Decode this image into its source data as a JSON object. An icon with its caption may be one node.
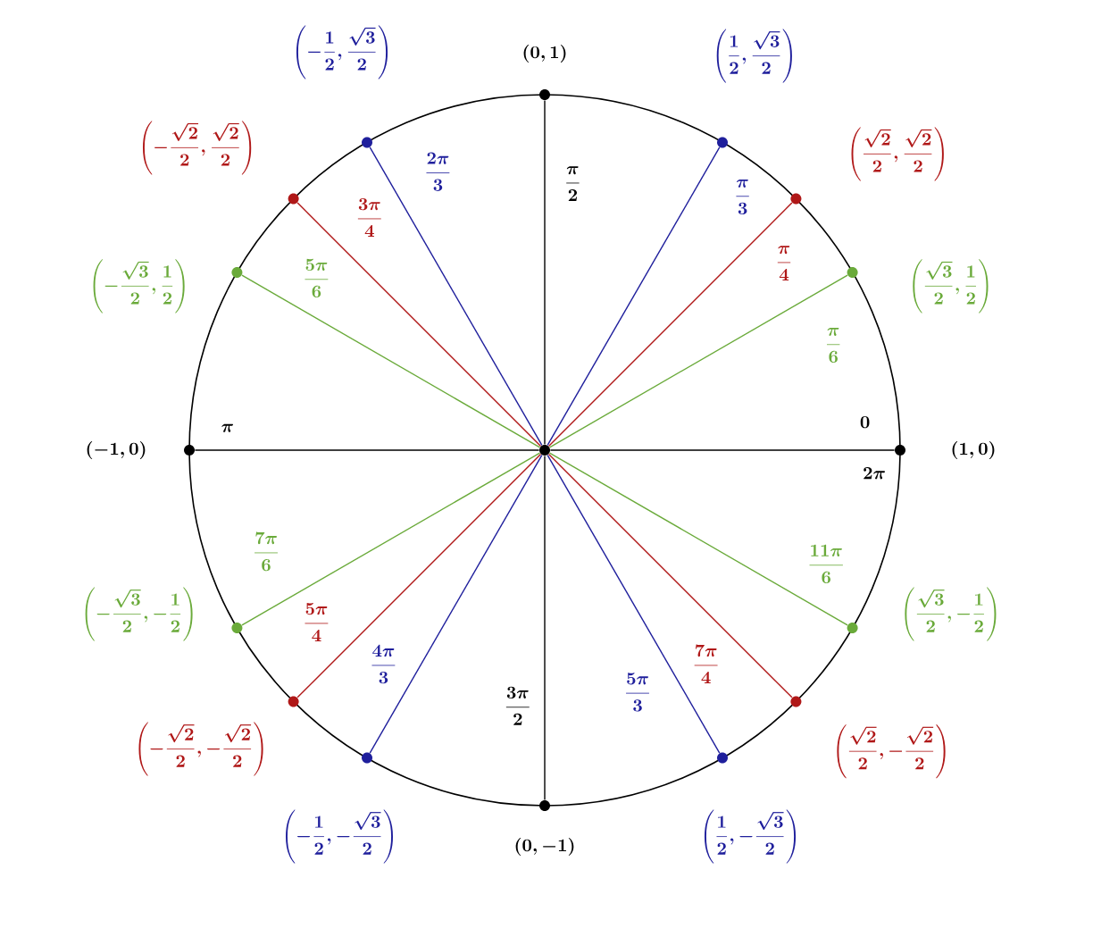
{
  "diagram": {
    "nodes": [
      {
        "text": [],
        "shape": "circle"
      },
      {
        "text": [],
        "shape": "circle",
        "beside": [
          "(1, 0)"
        ]
      },
      {
        "text": [],
        "shape": "circle",
        "beside": [
          "\\left(\\frac{\\sqrt{3}}{2}, \\frac{1}{2}\\right)"
        ]
      },
      {
        "text": [],
        "shape": "circle",
        "beside": [
          "\\left(\\frac{\\sqrt{2}}{2}, \\frac{\\sqrt{2}}{2}\\right)"
        ]
      },
      {
        "text": [],
        "shape": "circle",
        "beside": [
          "\\left(\\frac{1}{2}, \\frac{\\sqrt{3}}{2}\\right)"
        ]
      },
      {
        "text": [],
        "shape": "circle",
        "beside": [
          "(0, 1)"
        ]
      },
      {
        "text": [],
        "shape": "circle",
        "beside": [
          "\\left(-\\frac{1}{2}, \\frac{\\sqrt{3}}{2}\\right)"
        ]
      },
      {
        "text": [],
        "shape": "circle",
        "beside": [
          "\\left(-\\frac{\\sqrt{2}}{2}, \\frac{\\sqrt{2}}{2}\\right)"
        ]
      },
      {
        "text": [],
        "shape": "circle",
        "beside": [
          "\\left(-\\frac{\\sqrt{3}}{2}, \\frac{1}{2}\\right)"
        ]
      },
      {
        "text": [],
        "shape": "circle",
        "beside": [
          "(-1, 0)"
        ]
      },
      {
        "text": [],
        "shape": "circle",
        "beside": [
          "\\left(-\\frac{\\sqrt{3}}{2}, -\\frac{1}{2}\\right)"
        ]
      },
      {
        "text": [],
        "shape": "circle",
        "beside": [
          "\\left(-\\frac{\\sqrt{2}}{2}, -\\frac{\\sqrt{2}}{2}\\right)"
        ]
      },
      {
        "text": [],
        "shape": "circle",
        "beside": [
          "\\left(-\\frac{1}{2}, -\\frac{\\sqrt{3}}{2}\\right)"
        ]
      },
      {
        "text": [],
        "shape": "circle",
        "beside": [
          "(0, -1)"
        ]
      },
      {
        "text": [],
        "shape": "circle",
        "beside": [
          "\\left(\\frac{1}{2}, -\\frac{\\sqrt{3}}{2}\\right)"
        ]
      },
      {
        "text": [],
        "shape": "circle",
        "beside": [
          "\\left(\\frac{\\sqrt{2}}{2}, -\\frac{\\sqrt{2}}{2}\\right)"
        ]
      },
      {
        "text": [],
        "shape": "circle",
        "beside": [
          "\\left(\\frac{\\sqrt{3}}{2}, -\\frac{1}{2}\\right)"
        ]
      }
    ],
    "edges": [
      {
        "from": 0,
        "to": 1,
        "arrow": "none",
        "label": "0",
        "color": "#000000"
      },
      {
        "from": 0,
        "to": 2,
        "arrow": "none",
        "label": "\\frac{\\pi}{6}",
        "color": "#6aaa3a"
      },
      {
        "from": 0,
        "to": 3,
        "arrow": "none",
        "label": "\\frac{\\pi}{4}",
        "color": "#b01818"
      },
      {
        "from": 0,
        "to": 4,
        "arrow": "none",
        "label": "\\frac{\\pi}{3}",
        "color": "#1f1f9c"
      },
      {
        "from": 0,
        "to": 5,
        "arrow": "none",
        "label": "\\frac{\\pi}{2}",
        "color": "#000000"
      },
      {
        "from": 0,
        "to": 6,
        "arrow": "none",
        "label": "\\frac{2\\pi}{3}",
        "color": "#1f1f9c"
      },
      {
        "from": 0,
        "to": 7,
        "arrow": "none",
        "label": "\\frac{3\\pi}{4}",
        "color": "#b01818"
      },
      {
        "from": 0,
        "to": 8,
        "arrow": "none",
        "label": "\\frac{5\\pi}{6}",
        "color": "#6aaa3a"
      },
      {
        "from": 0,
        "to": 9,
        "arrow": "none",
        "label": "\\pi",
        "color": "#000000"
      },
      {
        "from": 0,
        "to": 10,
        "arrow": "none",
        "label": "\\frac{7\\pi}{6}",
        "color": "#6aaa3a"
      },
      {
        "from": 0,
        "to": 11,
        "arrow": "none",
        "label": "\\frac{5\\pi}{4}",
        "color": "#b01818"
      },
      {
        "from": 0,
        "to": 12,
        "arrow": "none",
        "label": "\\frac{4\\pi}{3}",
        "color": "#1f1f9c"
      },
      {
        "from": 0,
        "to": 13,
        "arrow": "none",
        "label": "\\frac{3\\pi}{2}",
        "color": "#000000"
      },
      {
        "from": 0,
        "to": 14,
        "arrow": "none",
        "label": "\\frac{5\\pi}{3}",
        "color": "#1f1f9c"
      },
      {
        "from": 0,
        "to": 15,
        "arrow": "none",
        "label": "\\frac{7\\pi}{4}",
        "color": "#b01818"
      },
      {
        "from": 0,
        "to": 16,
        "arrow": "none",
        "label": "\\frac{11\\pi}{6}",
        "color": "#6aaa3a"
      }
    ],
    "labels": [
      "2\\pi"
    ]
  }
}
